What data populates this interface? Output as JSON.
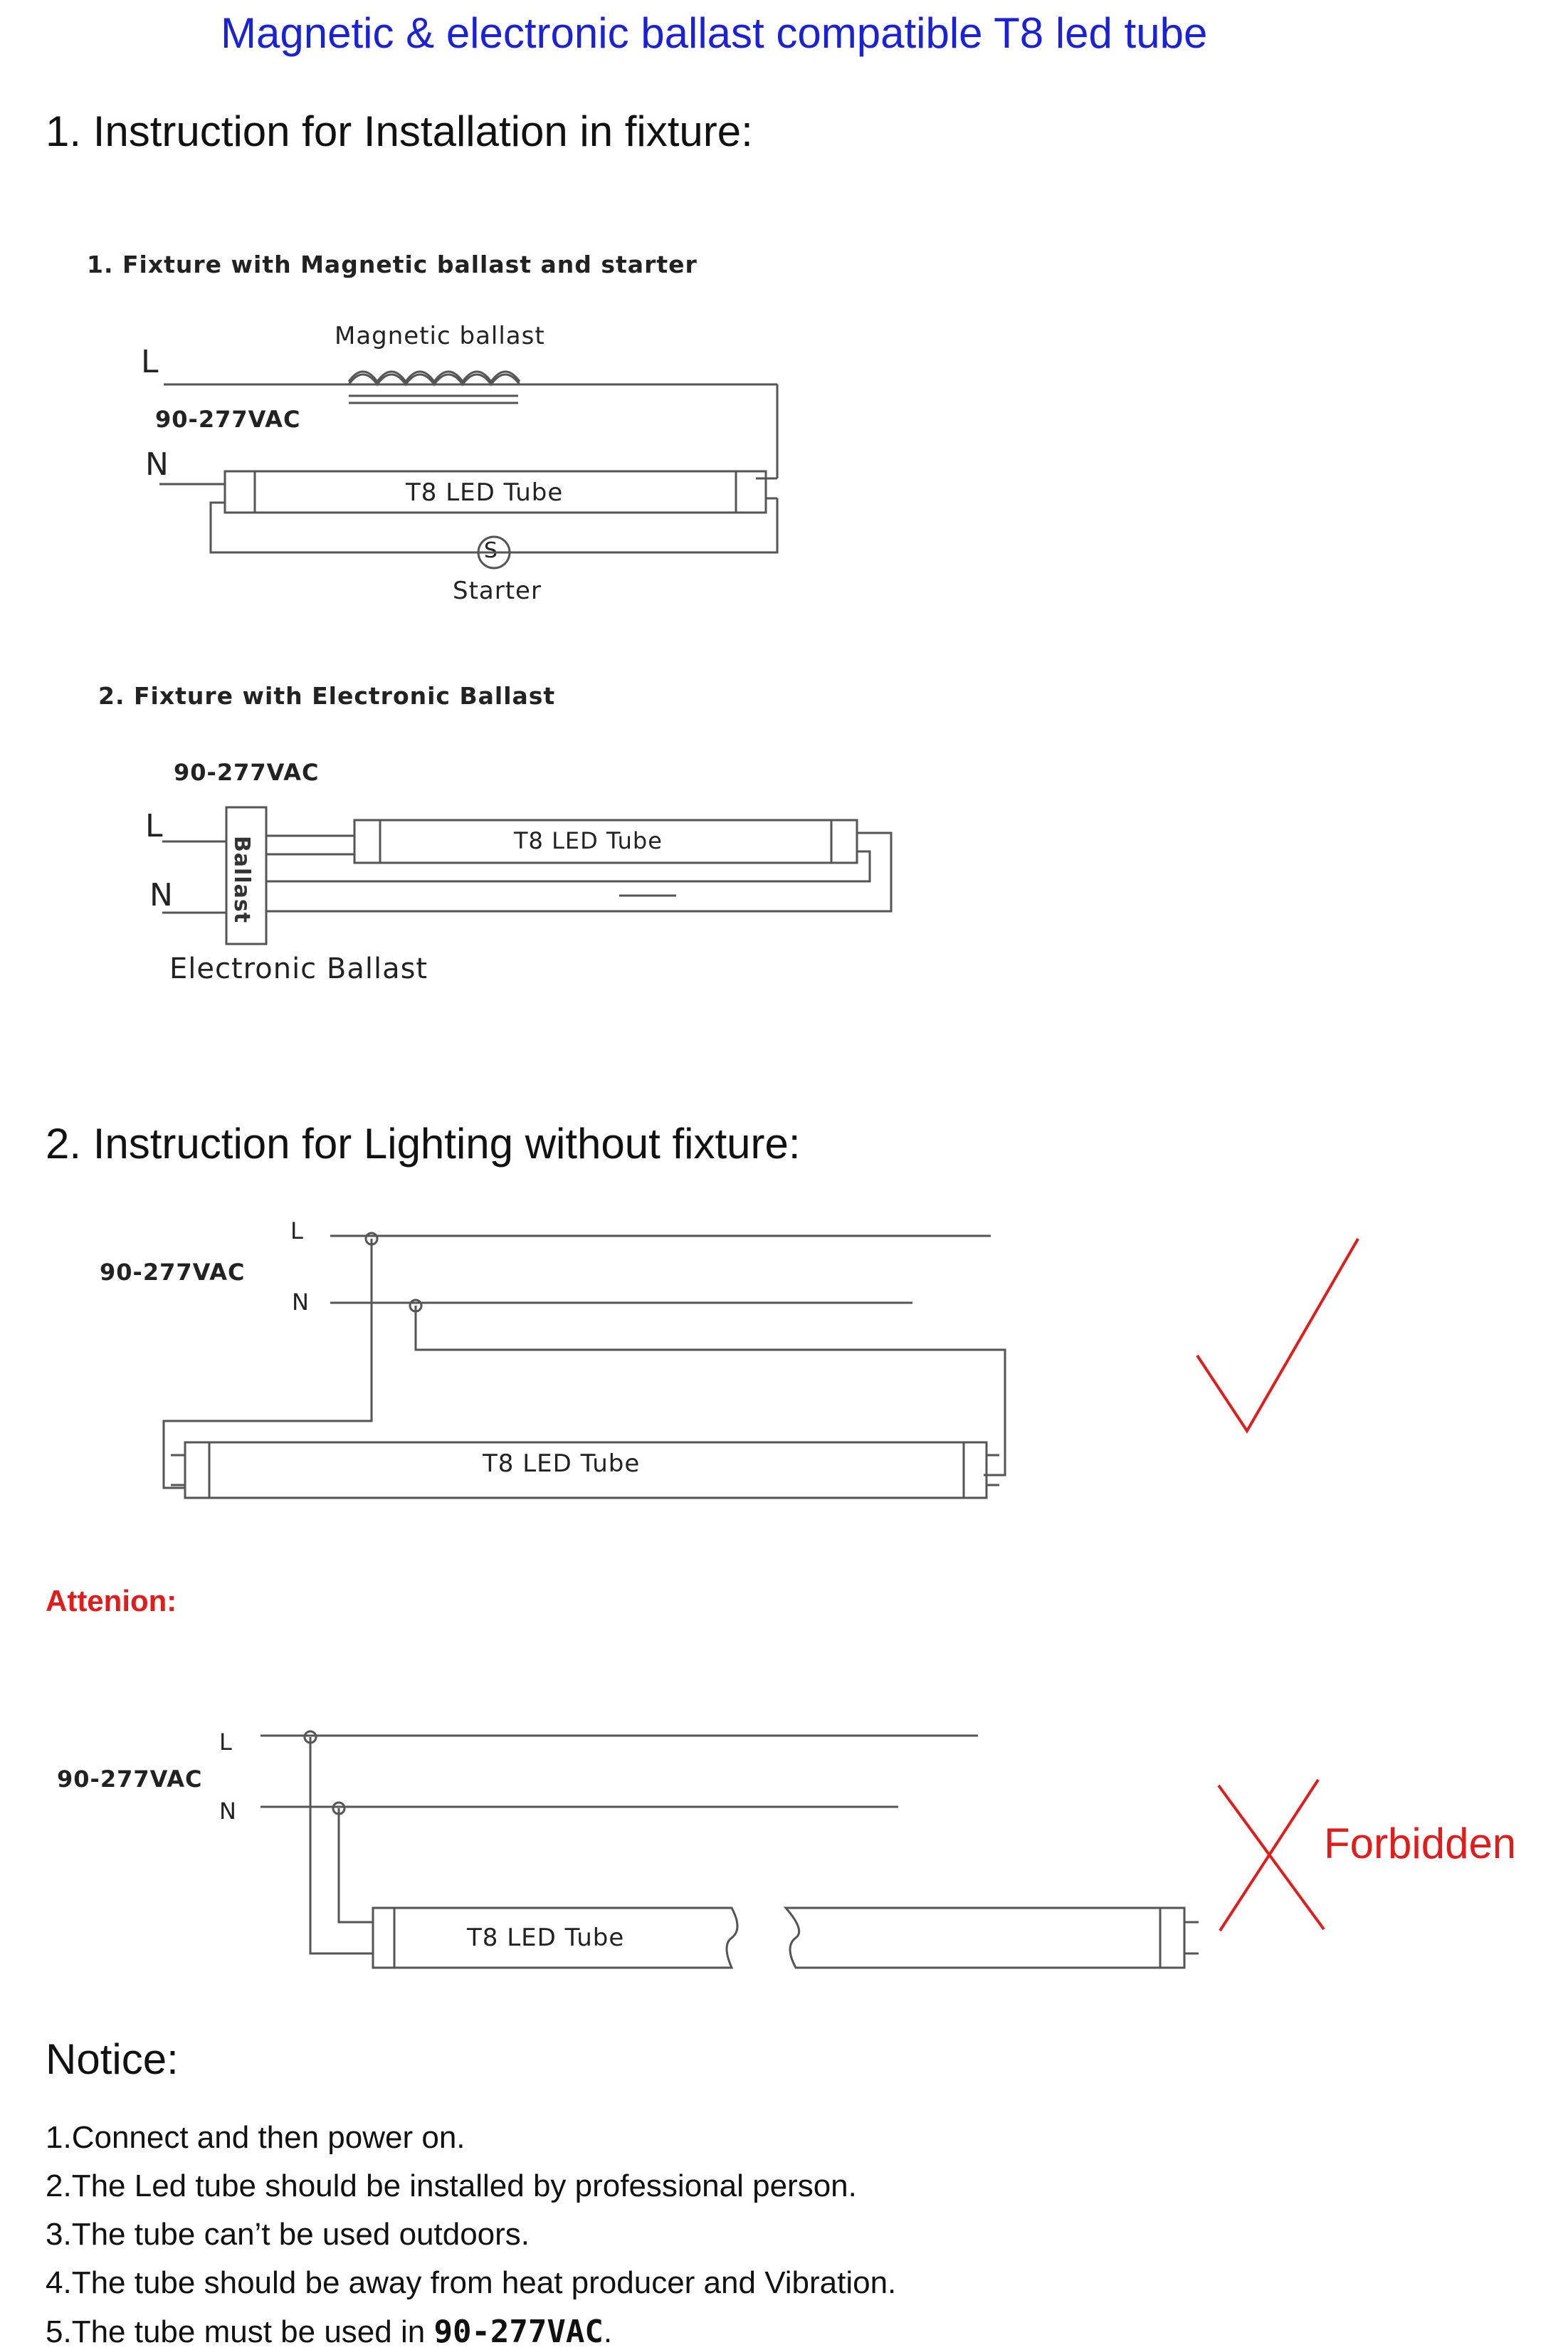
{
  "title": "Magnetic & electronic ballast compatible T8 led tube",
  "section1": {
    "heading": "1. Instruction for Installation in fixture:",
    "fig1": {
      "caption": "1. Fixture with Magnetic ballast and starter",
      "ballast_label": "Magnetic ballast",
      "L": "L",
      "N": "N",
      "voltage": "90-277VAC",
      "tube_label": "T8 LED Tube",
      "starter_symbol": "S",
      "starter_label": "Starter"
    },
    "fig2": {
      "caption": "2. Fixture with Electronic Ballast",
      "voltage": "90-277VAC",
      "L": "L",
      "N": "N",
      "ballast_box": "Ballast",
      "tube_label": "T8 LED Tube",
      "ballast_label": "Electronic Ballast"
    }
  },
  "section2": {
    "heading": "2. Instruction for Lighting without fixture:",
    "fig_ok": {
      "voltage": "90-277VAC",
      "L": "L",
      "N": "N",
      "tube_label": "T8 LED Tube",
      "mark": "check-mark",
      "mark_color": "#e21b1b"
    },
    "attention": "Attenion:",
    "fig_bad": {
      "voltage": "90-277VAC",
      "L": "L",
      "N": "N",
      "tube_label": "T8 LED Tube",
      "mark": "cross-mark",
      "mark_color": "#e21b1b",
      "forbidden": "Forbidden"
    }
  },
  "notice": {
    "heading": "Notice:",
    "items": [
      "1.Connect and then power on.",
      "2.The Led tube should be installed by professional person.",
      "3.The tube can’t be used outdoors.",
      "4.The tube should be away from heat producer and Vibration."
    ],
    "item5_prefix": "5.The tube must be used in ",
    "item5_voltage": "90-277VAC",
    "item5_suffix": "."
  },
  "colors": {
    "title": "#1a21d6",
    "alert": "#e21b1b",
    "text": "#111111",
    "wire": "#555555"
  }
}
